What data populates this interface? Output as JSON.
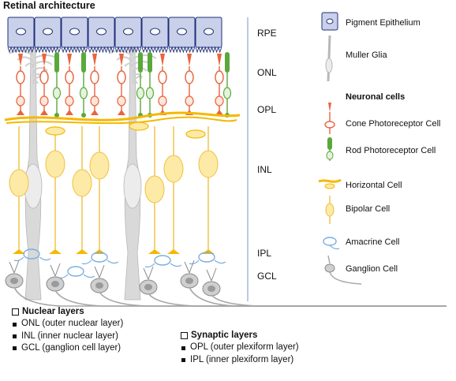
{
  "title": "Retinal architecture",
  "layers": [
    {
      "id": "rpe",
      "label": "RPE"
    },
    {
      "id": "onl",
      "label": "ONL"
    },
    {
      "id": "opl",
      "label": "OPL"
    },
    {
      "id": "inl",
      "label": "INL"
    },
    {
      "id": "ipl",
      "label": "IPL"
    },
    {
      "id": "gcl",
      "label": "GCL"
    }
  ],
  "legend": {
    "pigment": "Pigment Epithelium",
    "muller": "Muller Glia",
    "neuronal_heading": "Neuronal cells",
    "cone": "Cone Photoreceptor Cell",
    "rod": "Rod Photoreceptor Cell",
    "horizontal": "Horizontal Cell",
    "bipolar": "Bipolar Cell",
    "amacrine": "Amacrine Cell",
    "ganglion": "Ganglion Cell"
  },
  "notes": {
    "nuclear": {
      "heading": "Nuclear layers",
      "items": [
        "ONL (outer nuclear layer)",
        "INL (inner nuclear layer)",
        "GCL (ganglion cell layer)"
      ]
    },
    "synaptic": {
      "heading": "Synaptic layers",
      "items": [
        "OPL (outer plexiform layer)",
        "IPL (inner plexiform layer)"
      ]
    }
  },
  "colors": {
    "rpe_fill": "#c9d0ea",
    "rpe_stroke": "#1f2f7a",
    "muller": "#d9d9d9",
    "muller_stroke": "#b8b8b8",
    "cone": "#e8643c",
    "rod": "#5aa83c",
    "horizontal": "#f5b800",
    "bipolar_fill": "#fdeaa6",
    "bipolar_stroke": "#f0c040",
    "amacrine": "#7aaee0",
    "ganglion_fill": "#cfcfcf",
    "ganglion_stroke": "#8a8a8a",
    "layer_rule": "#8aa8d8"
  }
}
